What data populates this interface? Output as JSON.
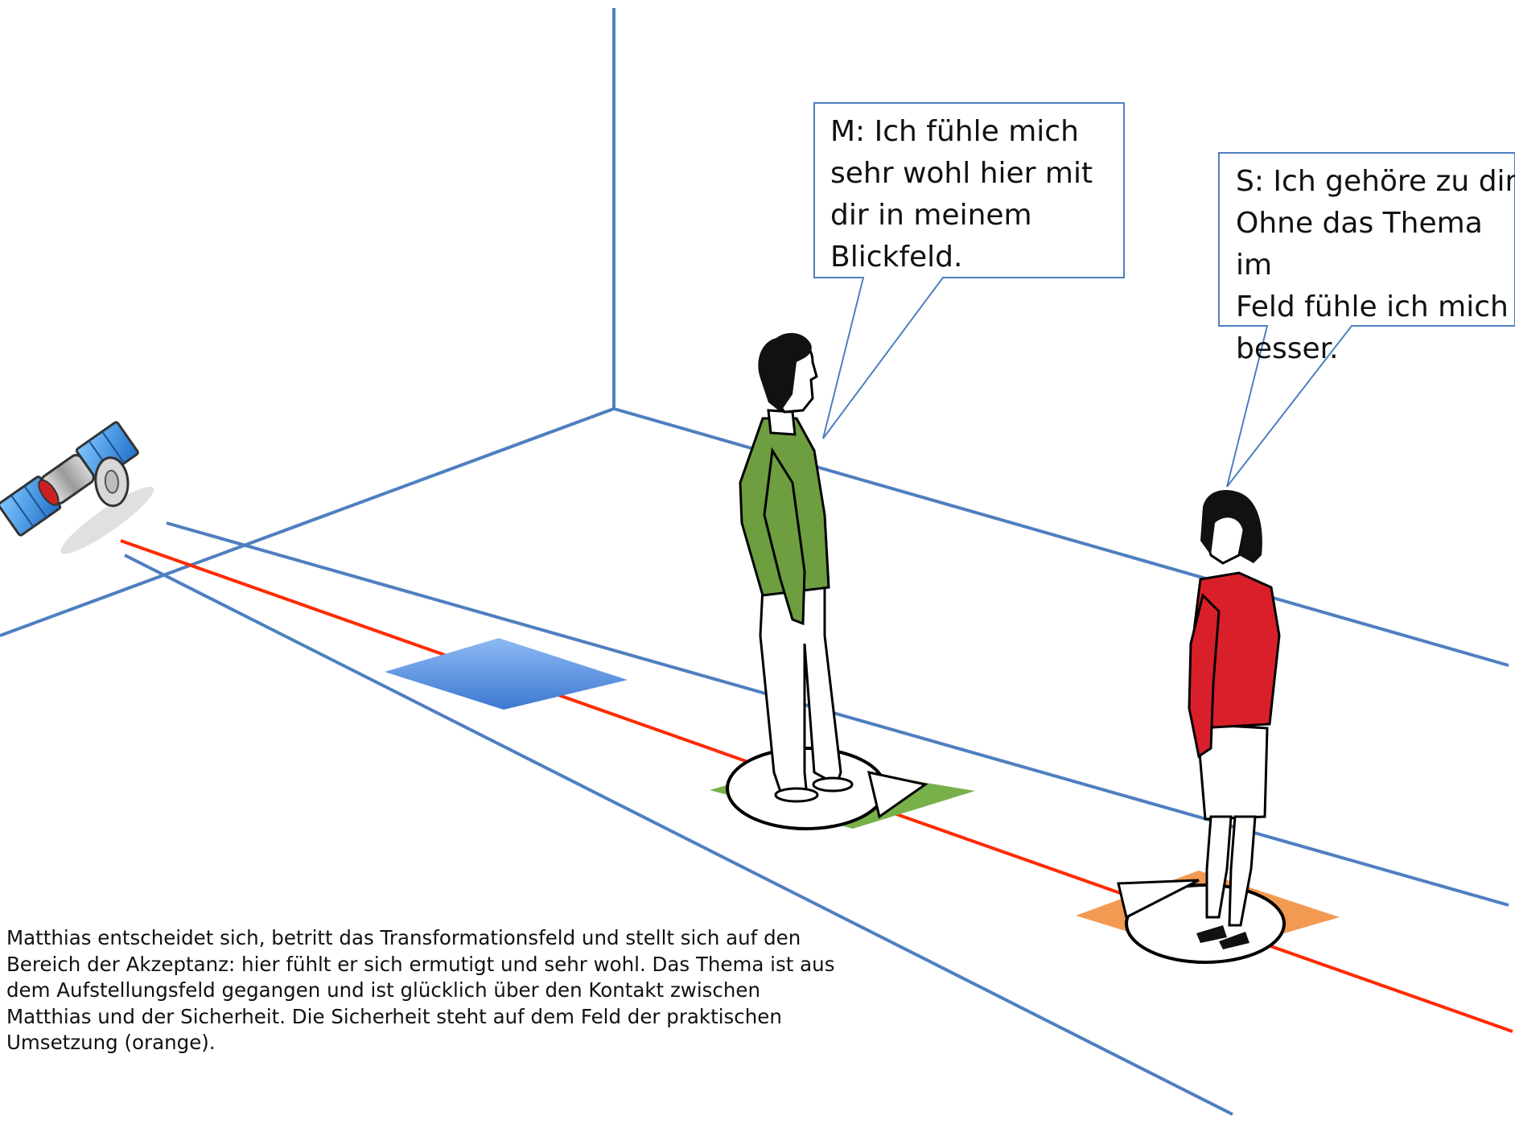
{
  "bubbles": {
    "matthias": "M: Ich fühle mich\nsehr wohl hier mit\ndir in meinem\nBlickfeld.",
    "sicherheit": "S: Ich gehöre zu dir.\nOhne das Thema im\nFeld fühle ich mich\nbesser."
  },
  "caption": "Matthias entscheidet sich, betritt das Transformationsfeld und stellt sich auf den\nBereich der Akzeptanz: hier fühlt er sich ermutigt und sehr wohl. Das Thema ist aus\ndem Aufstellungsfeld gegangen und ist glücklich über den Kontakt zwischen\nMatthias und der Sicherheit. Die Sicherheit steht auf dem Feld der praktischen\nUmsetzung (orange).",
  "colors": {
    "room_lines": "#4f7fc0",
    "axis_line": "#ff2a00",
    "field_blue": "#4a86dc",
    "field_green": "#78b04a",
    "field_orange": "#f39a52",
    "shirt_green": "#6e9e3f",
    "shirt_red": "#d9202a"
  },
  "icons": {
    "satellite": "satellite-icon"
  }
}
